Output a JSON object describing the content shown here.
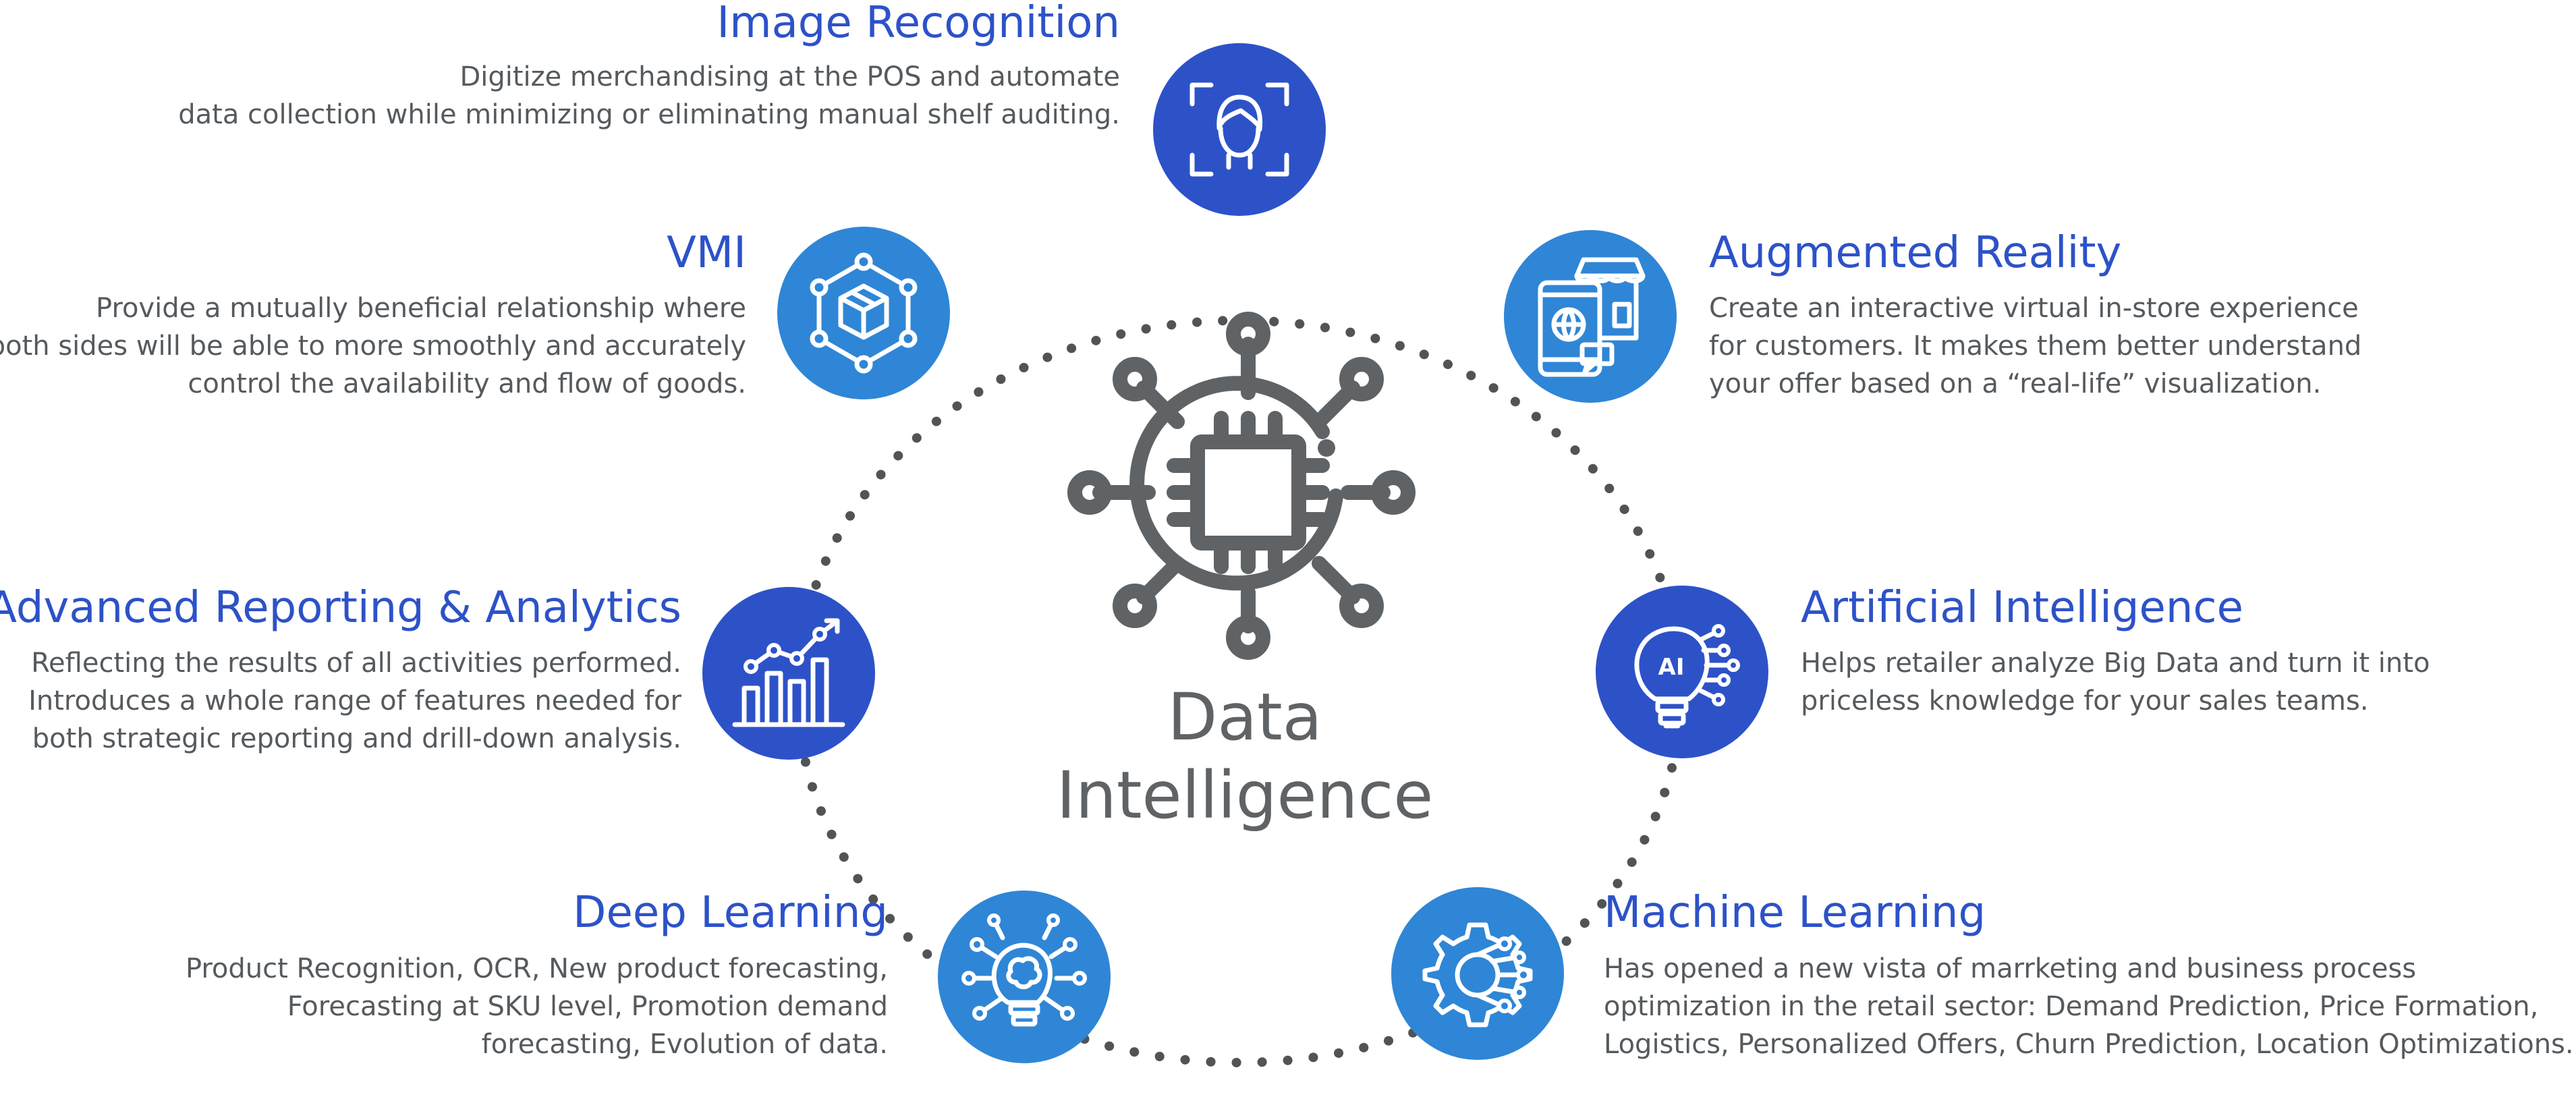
{
  "colors": {
    "title": "#2d52c8",
    "text": "#555a5e",
    "dark_node": "#2d52c8",
    "light_node": "#2f86d6",
    "dots": "#505457",
    "hub": "#5f6366"
  },
  "center": {
    "line1": "Data",
    "line2": "Intelligence",
    "icon": "cpu-network-icon"
  },
  "features": {
    "image_recognition": {
      "title": "Image Recognition",
      "desc": [
        "Digitize merchandising at the POS and automate",
        "data collection while minimizing or eliminating manual shelf auditing."
      ],
      "icon": "face-scan-icon"
    },
    "augmented_reality": {
      "title": "Augmented Reality",
      "desc": [
        "Create an interactive virtual in-store experience",
        "for customers. It makes them better understand",
        "your offer based on a “real-life” visualization."
      ],
      "icon": "phone-store-icon"
    },
    "artificial_intelligence": {
      "title": "Artificial Intelligence",
      "desc": [
        "Helps retailer analyze Big Data and turn it into",
        "priceless knowledge for your sales teams."
      ],
      "icon": "ai-bulb-icon"
    },
    "machine_learning": {
      "title": "Machine Learning",
      "desc": [
        "Has opened a new vista of marrketing and business process",
        "optimization in the retail sector: Demand Prediction, Price Formation,",
        "Logistics, Personalized Offers, Churn Prediction, Location Optimizations."
      ],
      "icon": "gear-network-icon"
    },
    "deep_learning": {
      "title": "Deep Learning",
      "desc": [
        "Product Recognition, OCR, New product forecasting,",
        "Forecasting at SKU level, Promotion demand",
        "forecasting, Evolution of data."
      ],
      "icon": "brain-bulb-icon"
    },
    "advanced_reporting": {
      "title": "Advanced Reporting & Analytics",
      "desc": [
        "Reflecting the results of all activities performed.",
        "Introduces a whole range of features needed for",
        "both strategic reporting and drill-down analysis."
      ],
      "icon": "bar-chart-icon"
    },
    "vmi": {
      "title": "VMI",
      "desc": [
        "Provide a mutually beneficial relationship where",
        "both sides will be able to more smoothly and accurately",
        "control the availability and flow of goods."
      ],
      "icon": "box-network-icon"
    }
  }
}
